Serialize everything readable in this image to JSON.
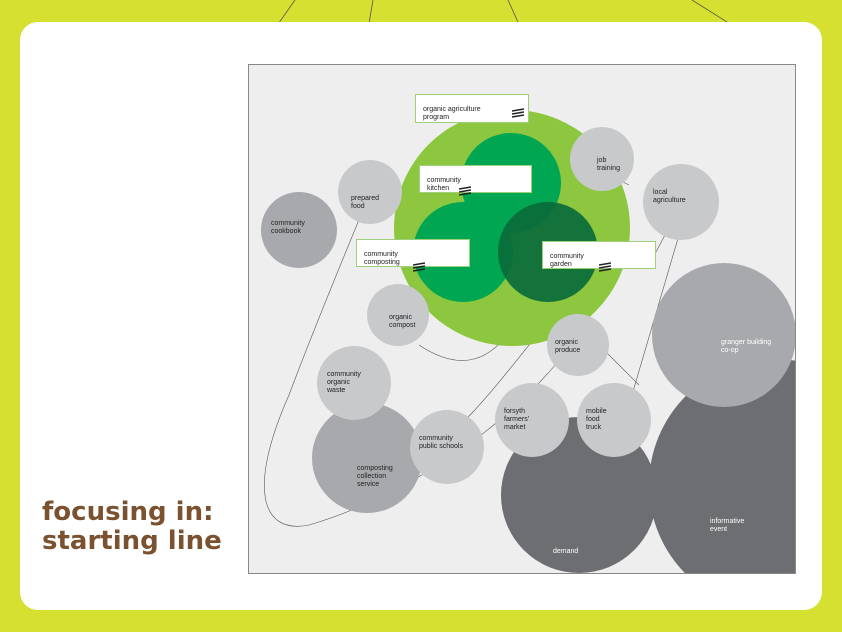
{
  "heading": "focusing in:\nstarting line",
  "colors": {
    "frame": "#d5e030",
    "panel": "#eeeeee",
    "green_outer": "#8dc63f",
    "green_mid": "#00a651",
    "green_dark": "#0a6b3a",
    "gray_light": "#c8c9cb",
    "gray_mid": "#a7a9ac",
    "gray_dark": "#6d6e71"
  },
  "callouts": {
    "program": "organic agriculture\nprogram",
    "kitchen": "community\nkitchen",
    "composting": "community\ncomposting",
    "garden": "community\ngarden"
  },
  "nodes": {
    "job_training": "job\ntraining",
    "local_agriculture": "local\nagriculture",
    "prepared_food": "prepared\nfood",
    "community_cookbook": "community\ncookbook",
    "organic_compost": "organic\ncompost",
    "organic_produce": "organic\nproduce",
    "community_organic_waste": "community\norganic\nwaste",
    "granger_building_coop": "granger building\nco-op",
    "forsyth_farmers_market": "forsyth\nfarmers'\nmarket",
    "mobile_food_truck": "mobile\nfood\ntruck",
    "community_public_schools": "community\npublic schools",
    "composting_collection_service": "composting\ncollection\nservice",
    "informative_event": "informative\nevent",
    "demand": "demand"
  }
}
